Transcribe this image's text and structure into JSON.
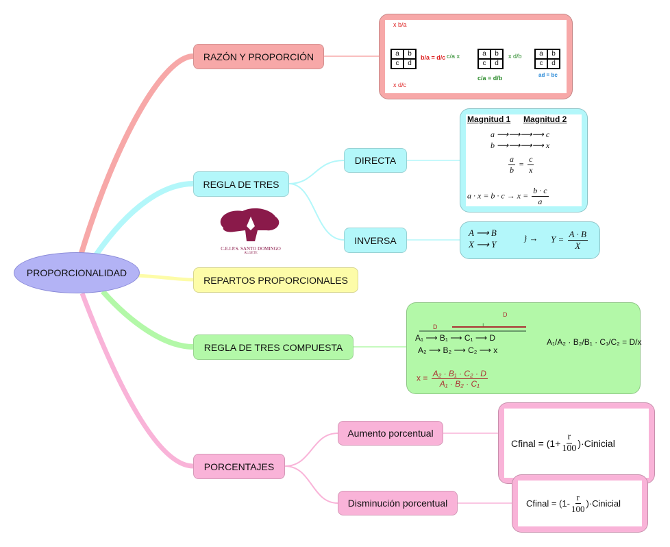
{
  "center": {
    "label": "PROPORCIONALIDAD"
  },
  "nodes": {
    "razon": "RAZÓN Y PROPORCIÓN",
    "regla_tres": "REGLA DE TRES",
    "directa": "DIRECTA",
    "inversa": "INVERSA",
    "repartos": "REPARTOS PROPORCIONALES",
    "compuesta": "REGLA DE TRES COMPUESTA",
    "porcentajes": "PORCENTAJES",
    "aumento": "Aumento porcentual",
    "disminucion": "Disminución porcentual"
  },
  "colors": {
    "razon": "#f7a8a8",
    "regla_tres": "#b3f7fa",
    "repartos": "#fdfca8",
    "compuesta": "#b3f8a8",
    "porcentajes": "#f9b3d8",
    "center": "#b3b3f5"
  },
  "logo": {
    "text": "C.E.I.P.S. SANTO DOMINGO",
    "subtext": "ALGETE"
  },
  "razon_img": {
    "cells": [
      "a",
      "b",
      "c",
      "d"
    ],
    "top_mult": "x b/a",
    "bottom_mult": "x d/c",
    "red_eq": "b/a = d/c",
    "green_left": "c/a x",
    "green_right": "x d/b",
    "green_eq": "c/a = d/b",
    "blue_eq": "ad = bc"
  },
  "directa_img": {
    "h1": "Magnitud 1",
    "h2": "Magnitud 2",
    "r1a": "a",
    "r1b": "c",
    "r2a": "b",
    "r2b": "x",
    "eq_num1": "a",
    "eq_den1": "b",
    "eq_num2": "c",
    "eq_den2": "x",
    "final_left": "a · x = b · c →  x =",
    "final_num": "b · c",
    "final_den": "a"
  },
  "inversa_img": {
    "r1": "A  ⟶  B",
    "r2": "X  ⟶  Y",
    "arrow": "}  →",
    "lhs": "Y =",
    "num": "A · B",
    "den": "X"
  },
  "compuesta_img": {
    "row1": "A₁ ⟶ B₁ ⟶ C₁ ⟶ D",
    "row2": "A₂ ⟶ B₂ ⟶ C₂ ⟶ x",
    "label_d1": "D",
    "label_i": "I",
    "label_d2": "D",
    "prop": "A₁/A₂ · B₂/B₁ · C₁/C₂ = D/x",
    "x_lhs": "x =",
    "x_num": "A₂ · B₁ · C₂ · D",
    "x_den": "A₁ · B₂ · C₁"
  },
  "aumento_img": {
    "lhs": "Cfinal = (1+",
    "num": "r",
    "den": "100",
    "rhs": ")·Cinicial"
  },
  "disminucion_img": {
    "lhs": "Cfinal = (1-",
    "num": "r",
    "den": "100",
    "rhs": ")·Cinicial"
  }
}
